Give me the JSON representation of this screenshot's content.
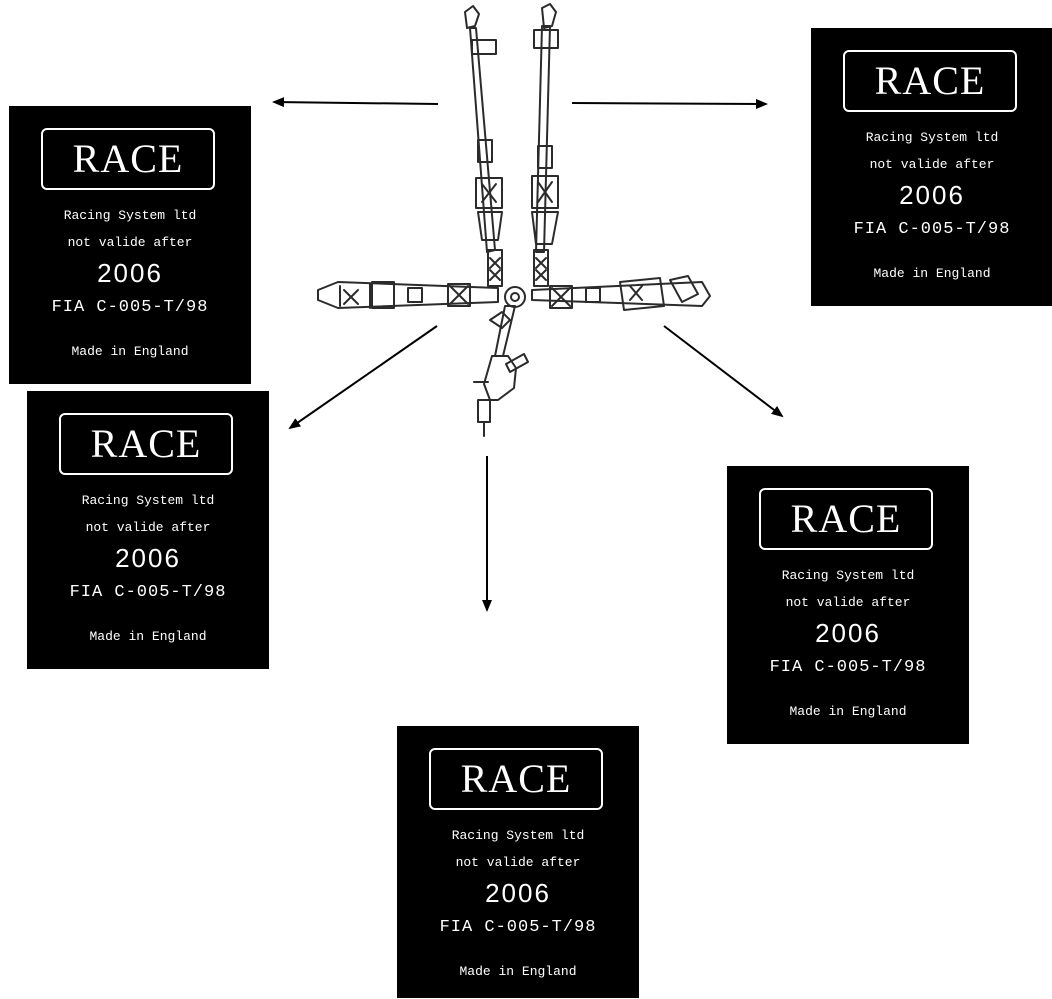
{
  "labels": [
    {
      "brand": "RACE",
      "maker": "Racing System ltd",
      "validity": "not valide after",
      "year": "2006",
      "certification": "FIA C-005-T/98",
      "origin": "Made in England"
    },
    {
      "brand": "RACE",
      "maker": "Racing System ltd",
      "validity": "not valide after",
      "year": "2006",
      "certification": "FIA C-005-T/98",
      "origin": "Made in England"
    },
    {
      "brand": "RACE",
      "maker": "Racing System ltd",
      "validity": "not valide after",
      "year": "2006",
      "certification": "FIA C-005-T/98",
      "origin": "Made in England"
    },
    {
      "brand": "RACE",
      "maker": "Racing System ltd",
      "validity": "not valide after",
      "year": "2006",
      "certification": "FIA C-005-T/98",
      "origin": "Made in England"
    },
    {
      "brand": "RACE",
      "maker": "Racing System ltd",
      "validity": "not valide after",
      "year": "2006",
      "certification": "FIA C-005-T/98",
      "origin": "Made in England"
    }
  ],
  "colors": {
    "label_background": "#000000",
    "label_text": "#ffffff",
    "line_art": "#2b2b2b"
  },
  "icons": [
    "harness-illustration-icon",
    "arrow-icon"
  ]
}
